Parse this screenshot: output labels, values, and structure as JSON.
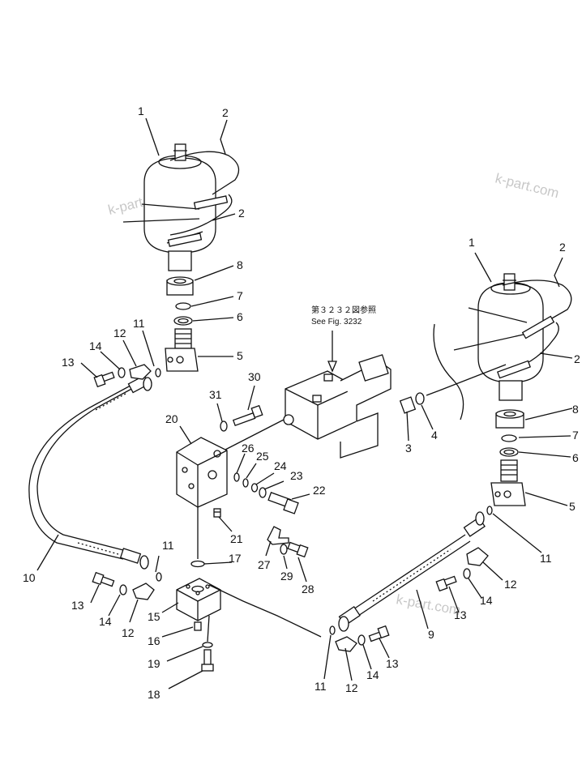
{
  "watermarks": [
    "k-part.com",
    "k-part.com",
    "k-part.com"
  ],
  "reference_note": {
    "line1": "第３２３２図参照",
    "line2": "See Fig. 3232"
  },
  "callouts": {
    "c1a": "1",
    "c2a": "2",
    "c2b": "2",
    "c8a": "8",
    "c7a": "7",
    "c6a": "6",
    "c5a": "5",
    "c11a": "11",
    "c12a": "12",
    "c14a": "14",
    "c13a": "13",
    "c30": "30",
    "c31": "31",
    "c20": "20",
    "c26": "26",
    "c25": "25",
    "c24": "24",
    "c23": "23",
    "c22": "22",
    "c21": "21",
    "c27": "27",
    "c29": "29",
    "c28": "28",
    "c10": "10",
    "c17": "17",
    "c11b": "11",
    "c13b": "13",
    "c14b": "14",
    "c12b": "12",
    "c15": "15",
    "c16": "16",
    "c19": "19",
    "c18": "18",
    "c1b": "1",
    "c2c": "2",
    "c2d": "2",
    "c3": "3",
    "c4": "4",
    "c8b": "8",
    "c7b": "7",
    "c6b": "6",
    "c5b": "5",
    "c11c": "11",
    "c12c": "12",
    "c14c": "14",
    "c13c": "13",
    "c9": "9",
    "c11d": "11",
    "c12d": "12",
    "c14d": "14",
    "c13d": "13"
  }
}
